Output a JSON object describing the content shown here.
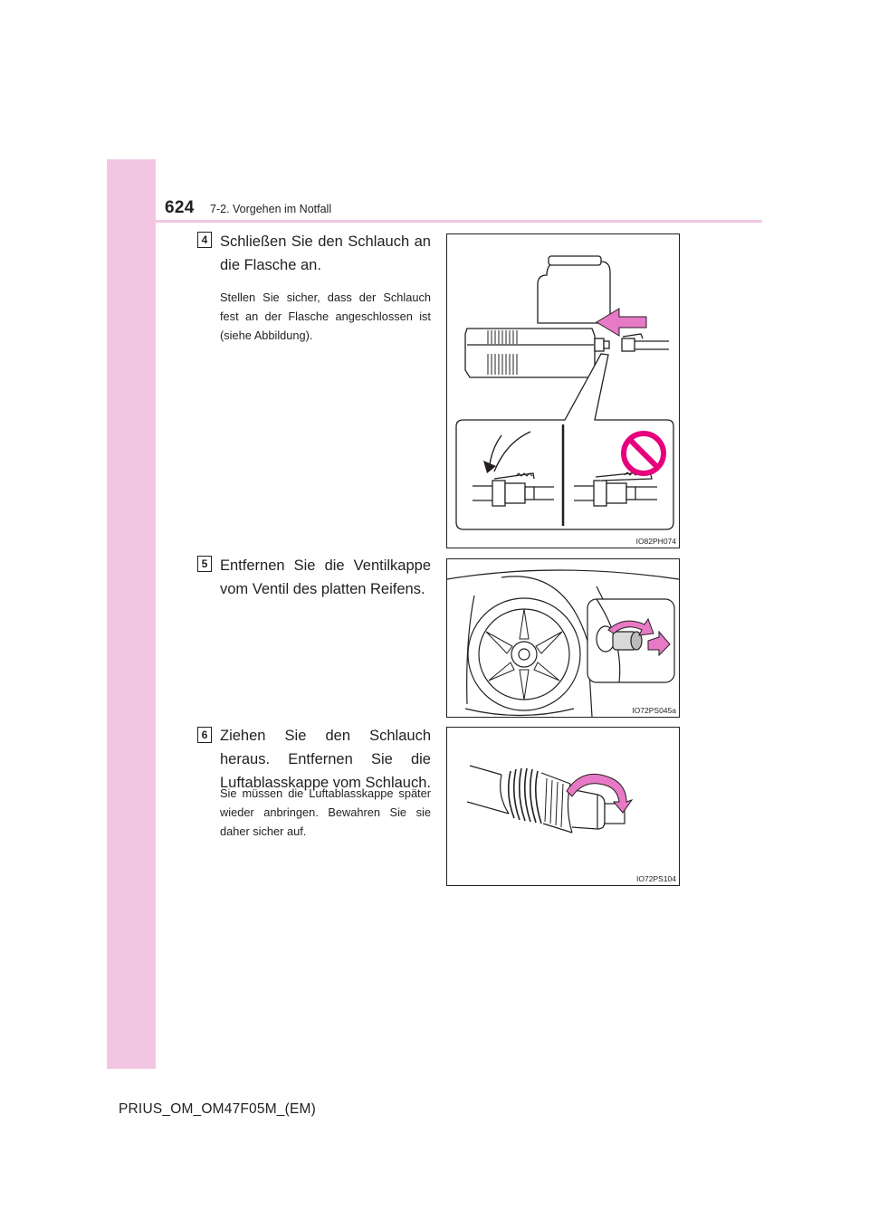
{
  "header": {
    "page_number": "624",
    "section": "7-2. Vorgehen im Notfall"
  },
  "steps": [
    {
      "number": "4",
      "title": "Schließen Sie den Schlauch an die Flasche an.",
      "note": "Stellen Sie sicher, dass der Schlauch fest an der Flasche angeschlossen ist (siehe Abbildung).",
      "figure_code": "IO82PH074"
    },
    {
      "number": "5",
      "title": "Entfernen Sie die Ventilkappe vom Ventil des platten Reifens.",
      "note": "",
      "figure_code": "IO72PS045a"
    },
    {
      "number": "6",
      "title": "Ziehen Sie den Schlauch heraus. Entfernen Sie die Luftablasskappe vom Schlauch.",
      "note": "Sie müssen die Luftablasskappe später wieder anbringen. Bewahren Sie sie daher sicher auf.",
      "figure_code": "IO72PS104"
    }
  ],
  "footer": {
    "document_id": "PRIUS_OM_OM47F05M_(EM)"
  },
  "colors": {
    "sidebar": "#f2c6e3",
    "arrow_fill": "#e879c6",
    "prohibition": "#e6007e",
    "text": "#231f20"
  },
  "icons": {
    "prohibition": "prohibition-icon",
    "arrow": "arrow-icon"
  }
}
